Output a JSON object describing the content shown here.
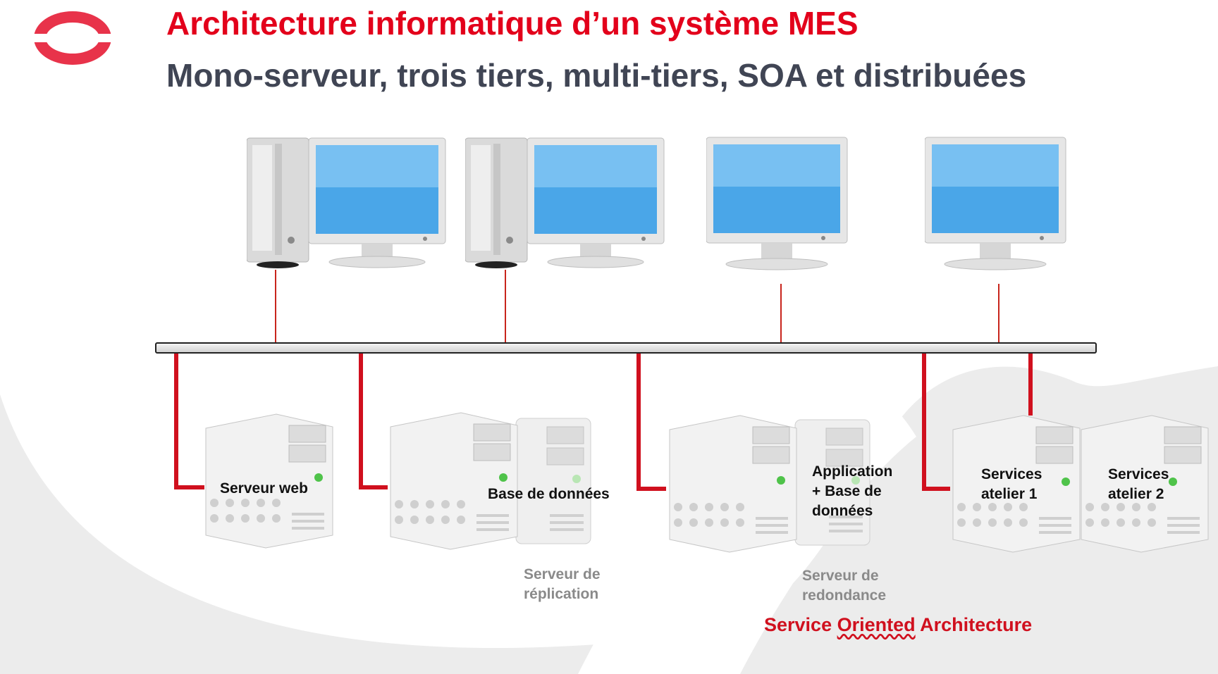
{
  "header": {
    "title": "Architecture informatique d’un système MES",
    "subtitle": "Mono-serveur, trois tiers, multi-tiers, SOA et distribuées"
  },
  "servers": {
    "web": "Serveur web",
    "database": "Base de données",
    "app_db": {
      "line1": "Application",
      "line2": "+ Base de",
      "line3": "données"
    },
    "services1": {
      "line1": "Services",
      "line2": "atelier 1"
    },
    "services2": {
      "line1": "Services",
      "line2": "atelier 2"
    }
  },
  "secondary": {
    "replication": {
      "line1": "Serveur de",
      "line2": "réplication"
    },
    "redundancy": {
      "line1": "Serveur de",
      "line2": "redondance"
    }
  },
  "soa": {
    "word1": "Service",
    "word2": "Oriented",
    "word3": "Architecture"
  },
  "colors": {
    "brand_red": "#e3001b",
    "subtitle_gray": "#404554",
    "link_red": "#d0101e"
  }
}
